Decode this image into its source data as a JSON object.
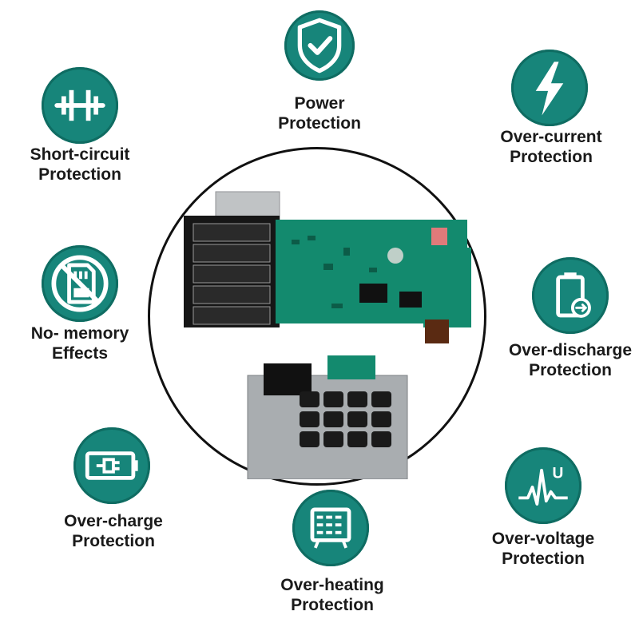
{
  "colors": {
    "badge": "#17857a",
    "badge_ring": "#0f6c62",
    "icon": "#ffffff",
    "text": "#1a1a1a",
    "pcb": "#138a6e"
  },
  "features": [
    {
      "id": "power",
      "icon": "shield-check-icon",
      "line1": "Power",
      "line2": "Protection"
    },
    {
      "id": "over-current",
      "icon": "lightning-bolt-icon",
      "line1": "Over-current",
      "line2": "Protection"
    },
    {
      "id": "short-circuit",
      "icon": "short-circuit-icon",
      "line1": "Short-circuit",
      "line2": "Protection"
    },
    {
      "id": "no-memory",
      "icon": "memory-card-crossed-icon",
      "line1": "No- memory",
      "line2": "Effects"
    },
    {
      "id": "over-discharge",
      "icon": "battery-discharge-icon",
      "line1": "Over-discharge",
      "line2": "Protection"
    },
    {
      "id": "over-charge",
      "icon": "battery-plug-icon",
      "line1": "Over-charge",
      "line2": "Protection"
    },
    {
      "id": "over-voltage",
      "icon": "voltage-wave-icon",
      "line1": "Over-voltage",
      "line2": "Protection"
    },
    {
      "id": "over-heating",
      "icon": "heater-icon",
      "line1": "Over-heating",
      "line2": "Protection"
    }
  ],
  "icon_glyphs": {
    "voltage_letter": "U"
  },
  "product": {
    "items": [
      "pcb-board",
      "battery-cell-holder"
    ]
  }
}
